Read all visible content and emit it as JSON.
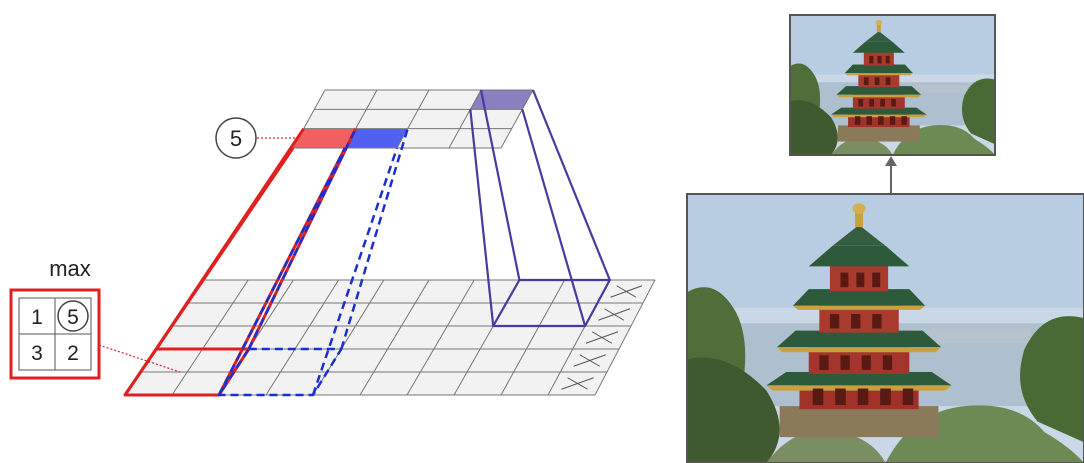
{
  "pool_window": {
    "label": "max",
    "values": [
      "1",
      "5",
      "3",
      "2"
    ],
    "max_value": "5"
  },
  "output_marker": "5",
  "colors": {
    "window_red": "#e02020",
    "window_blue": "#1a2fd0",
    "window_purple": "#4a3aa0",
    "cell_red": "#f06060",
    "cell_blue": "#5060f0",
    "cell_purple": "#8a80c0",
    "grid_line": "#777777",
    "grid_fill": "#f2f2f2"
  },
  "images": [
    {
      "role": "downsampled-output",
      "icon": "pagoda-photo-small"
    },
    {
      "role": "original-input",
      "icon": "pagoda-photo-large"
    }
  ]
}
